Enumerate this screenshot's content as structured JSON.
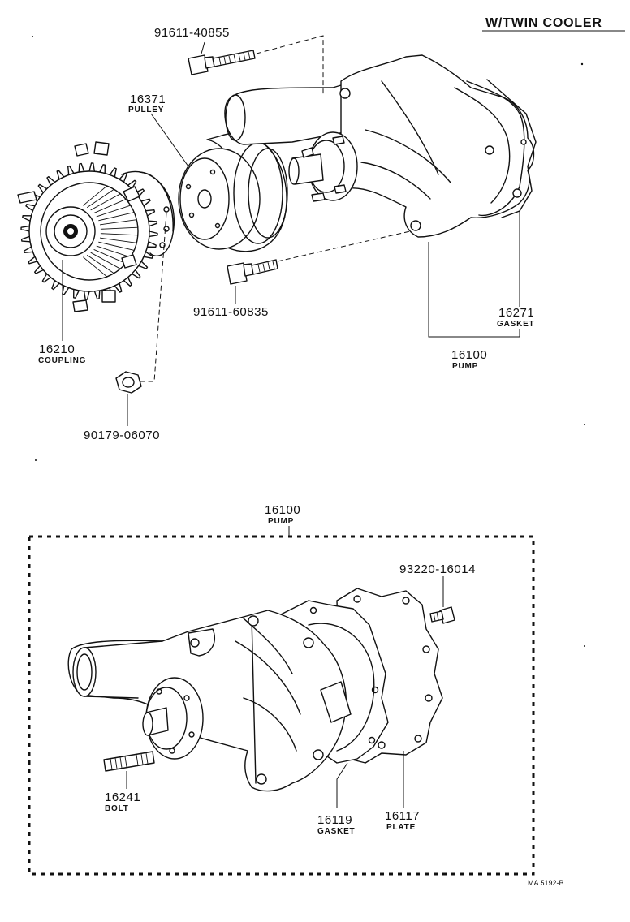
{
  "header": {
    "variant": "W/TWIN COOLER"
  },
  "parts": {
    "bolt_top": {
      "number": "91611-40855"
    },
    "pulley": {
      "number": "16371",
      "name": "PULLEY"
    },
    "coupling": {
      "number": "16210",
      "name": "COUPLING"
    },
    "bolt_lower": {
      "number": "91611-60835"
    },
    "gasket_top": {
      "number": "16271",
      "name": "GASKET"
    },
    "pump_top": {
      "number": "16100",
      "name": "PUMP"
    },
    "nut": {
      "number": "90179-06070"
    },
    "pump_assembly": {
      "number": "16100",
      "name": "PUMP"
    },
    "screw": {
      "number": "93220-16014"
    },
    "stud_bolt": {
      "number": "16241",
      "name": "BOLT"
    },
    "gasket_bottom": {
      "number": "16119",
      "name": "GASKET"
    },
    "plate": {
      "number": "16117",
      "name": "PLATE"
    }
  },
  "footer": {
    "reference": "MA 5192-B"
  }
}
